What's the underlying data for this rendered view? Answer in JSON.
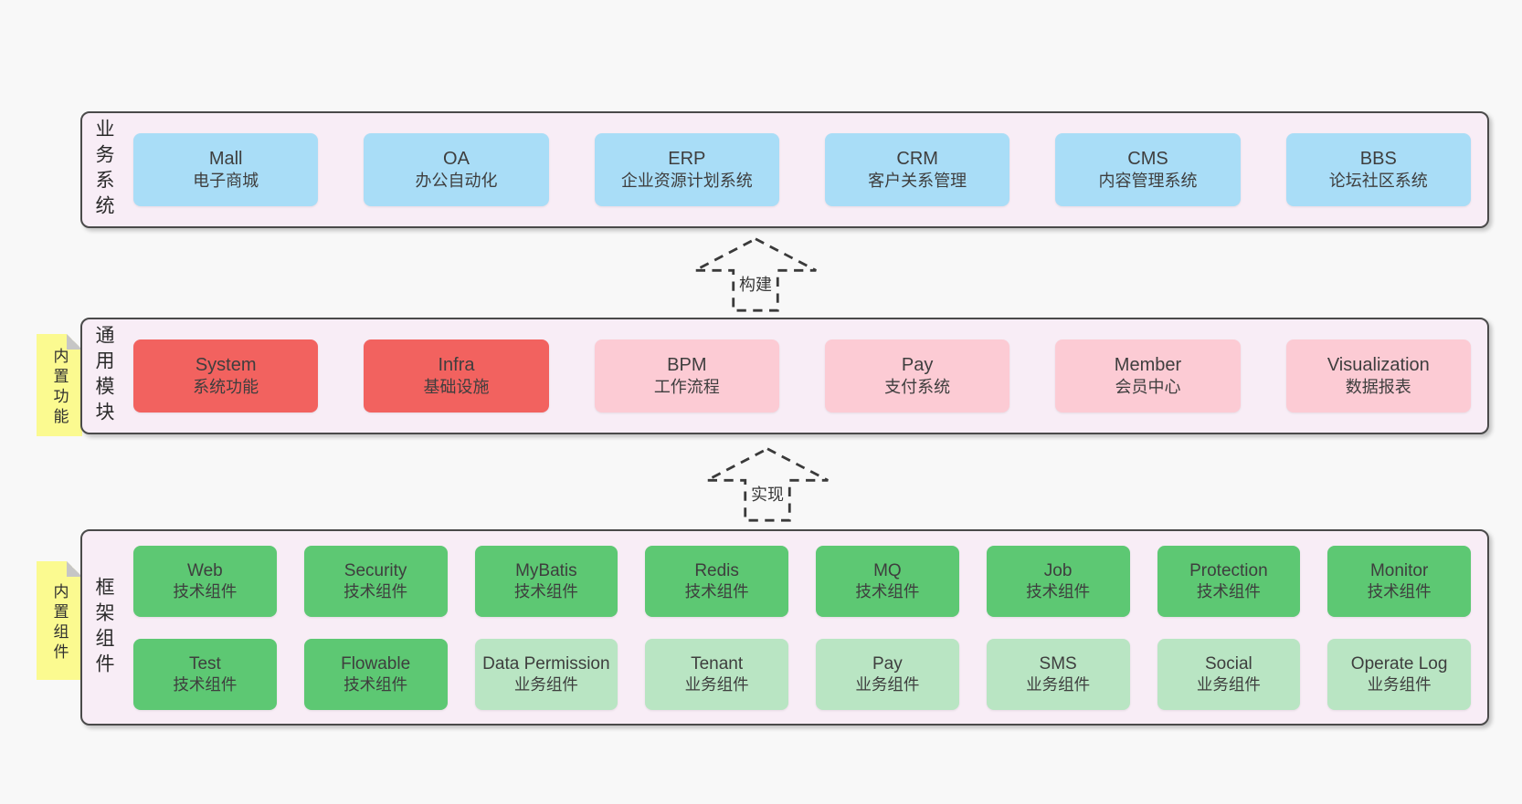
{
  "colors": {
    "page_bg": "#f8f8f8",
    "band_bg": "#f8edf6",
    "band_border": "#4a4a4a",
    "blue_box": "#a9ddf7",
    "red_box": "#f2625f",
    "pink_box": "#fccbd4",
    "green_box": "#5dc873",
    "light_green_box": "#b9e5c3",
    "note_yellow": "#fbfa90"
  },
  "arrows": [
    {
      "label": "构建"
    },
    {
      "label": "实现"
    }
  ],
  "bands": [
    {
      "label": "业务系统",
      "boxes": [
        {
          "en": "Mall",
          "zh": "电子商城"
        },
        {
          "en": "OA",
          "zh": "办公自动化"
        },
        {
          "en": "ERP",
          "zh": "企业资源计划系统"
        },
        {
          "en": "CRM",
          "zh": "客户关系管理"
        },
        {
          "en": "CMS",
          "zh": "内容管理系统"
        },
        {
          "en": "BBS",
          "zh": "论坛社区系统"
        }
      ]
    },
    {
      "label": "通用模块",
      "note": "内置功能",
      "boxes": [
        {
          "en": "System",
          "zh": "系统功能"
        },
        {
          "en": "Infra",
          "zh": "基础设施"
        },
        {
          "en": "BPM",
          "zh": "工作流程"
        },
        {
          "en": "Pay",
          "zh": "支付系统"
        },
        {
          "en": "Member",
          "zh": "会员中心"
        },
        {
          "en": "Visualization",
          "zh": "数据报表"
        }
      ]
    },
    {
      "label": "框架组件",
      "note": "内置组件",
      "rows": [
        {
          "boxes": [
            {
              "en": "Web",
              "zh": "技术组件"
            },
            {
              "en": "Security",
              "zh": "技术组件"
            },
            {
              "en": "MyBatis",
              "zh": "技术组件"
            },
            {
              "en": "Redis",
              "zh": "技术组件"
            },
            {
              "en": "MQ",
              "zh": "技术组件"
            },
            {
              "en": "Job",
              "zh": "技术组件"
            },
            {
              "en": "Protection",
              "zh": "技术组件"
            },
            {
              "en": "Monitor",
              "zh": "技术组件"
            }
          ]
        },
        {
          "boxes": [
            {
              "en": "Test",
              "zh": "技术组件"
            },
            {
              "en": "Flowable",
              "zh": "技术组件"
            },
            {
              "en": "Data Permission",
              "zh": "业务组件"
            },
            {
              "en": "Tenant",
              "zh": "业务组件"
            },
            {
              "en": "Pay",
              "zh": "业务组件"
            },
            {
              "en": "SMS",
              "zh": "业务组件"
            },
            {
              "en": "Social",
              "zh": "业务组件"
            },
            {
              "en": "Operate Log",
              "zh": "业务组件"
            }
          ]
        }
      ]
    }
  ]
}
